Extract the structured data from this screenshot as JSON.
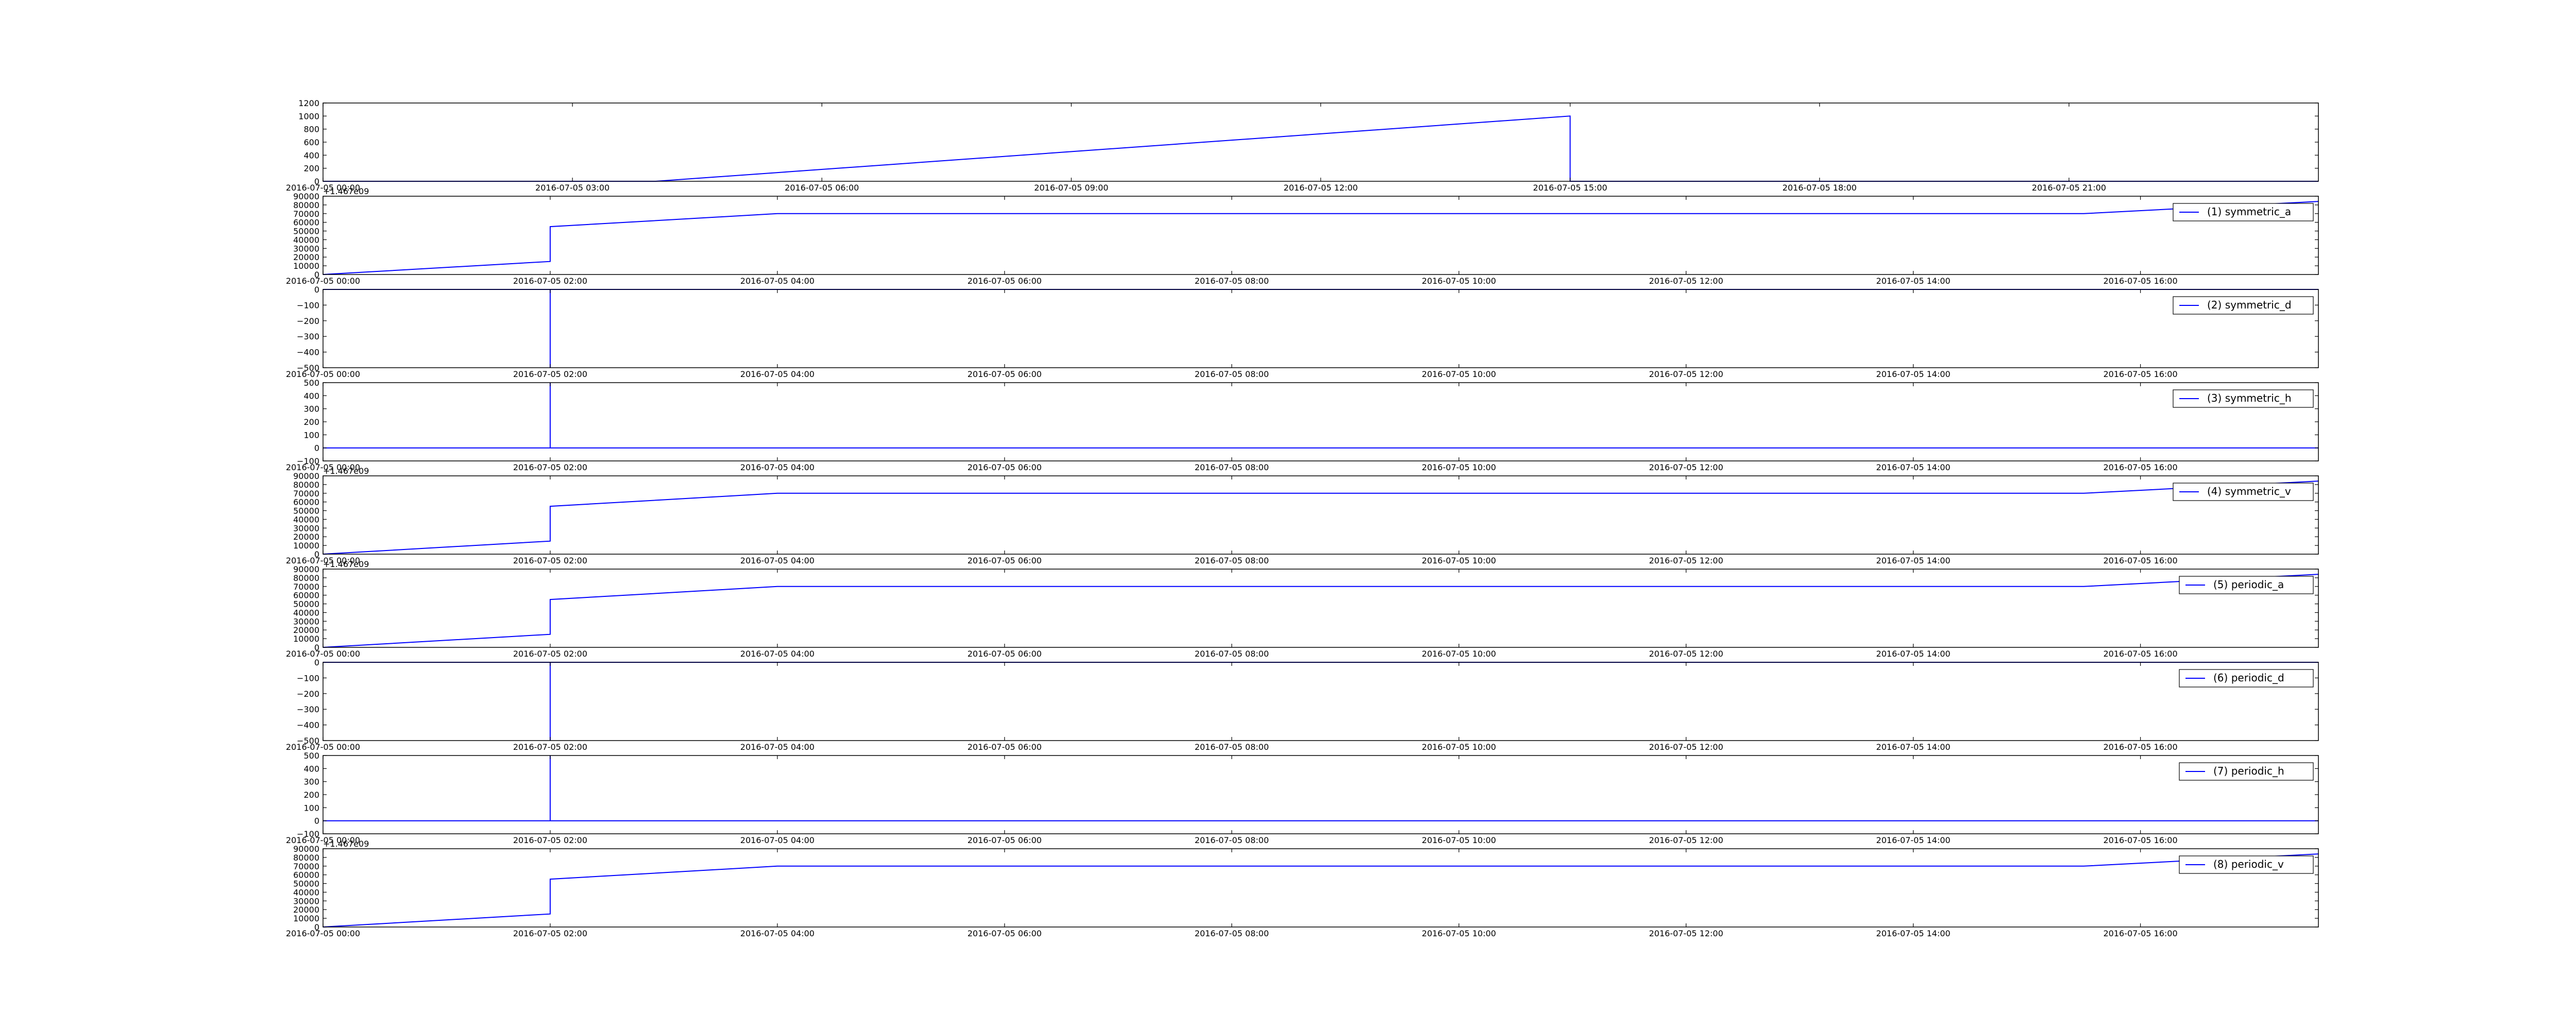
{
  "colors": {
    "series": "#0000ff"
  },
  "chart_data": [
    {
      "type": "line",
      "x_axis": "datetime",
      "xlim": [
        "2016-07-05 00:00",
        "2016-07-06 00:00"
      ],
      "ylim": [
        0,
        1200
      ],
      "yticks": [
        0,
        200,
        400,
        600,
        800,
        1000,
        1200
      ],
      "xticks": [
        "2016-07-05 00:00",
        "2016-07-05 03:00",
        "2016-07-05 06:00",
        "2016-07-05 09:00",
        "2016-07-05 12:00",
        "2016-07-05 15:00",
        "2016-07-05 18:00",
        "2016-07-05 21:00"
      ],
      "offset_text": "",
      "legend": "",
      "grid": false,
      "series": [
        {
          "x": [
            "2016-07-05 00:00",
            "2016-07-05 04:00",
            "2016-07-05 15:00",
            "2016-07-05 15:00",
            "2016-07-06 00:00"
          ],
          "y": [
            0,
            0,
            1000,
            0,
            0
          ]
        }
      ]
    },
    {
      "type": "line",
      "x_axis": "datetime",
      "xlim": [
        "2016-07-05 00:00",
        "2016-07-05 17:34"
      ],
      "ylim": [
        0,
        90000
      ],
      "yticks": [
        0,
        10000,
        20000,
        30000,
        40000,
        50000,
        60000,
        70000,
        80000,
        90000
      ],
      "xticks": [
        "2016-07-05 00:00",
        "2016-07-05 02:00",
        "2016-07-05 04:00",
        "2016-07-05 06:00",
        "2016-07-05 08:00",
        "2016-07-05 10:00",
        "2016-07-05 12:00",
        "2016-07-05 14:00",
        "2016-07-05 16:00"
      ],
      "offset_text": "+1.467e09",
      "legend": "(1) symmetric_a",
      "legend_position": "upper right",
      "grid": false,
      "series": [
        {
          "name": "(1) symmetric_a",
          "x": [
            "2016-07-05 00:00",
            "2016-07-05 02:00",
            "2016-07-05 02:00",
            "2016-07-05 04:00",
            "2016-07-05 15:30",
            "2016-07-05 17:34"
          ],
          "y": [
            0,
            15000,
            55000,
            70000,
            70000,
            84000
          ]
        }
      ]
    },
    {
      "type": "line",
      "x_axis": "datetime",
      "xlim": [
        "2016-07-05 00:00",
        "2016-07-05 17:34"
      ],
      "ylim": [
        -500,
        0
      ],
      "yticks": [
        -500,
        -400,
        -300,
        -200,
        -100,
        0
      ],
      "xticks": [
        "2016-07-05 00:00",
        "2016-07-05 02:00",
        "2016-07-05 04:00",
        "2016-07-05 06:00",
        "2016-07-05 08:00",
        "2016-07-05 10:00",
        "2016-07-05 12:00",
        "2016-07-05 14:00",
        "2016-07-05 16:00"
      ],
      "offset_text": "",
      "legend": "(2) symmetric_d",
      "legend_position": "upper right",
      "grid": false,
      "series": [
        {
          "name": "(2) symmetric_d",
          "x": [
            "2016-07-05 00:00",
            "2016-07-05 02:00",
            "2016-07-05 02:00",
            "2016-07-05 02:00",
            "2016-07-05 17:34"
          ],
          "y": [
            0,
            0,
            -500,
            0,
            0
          ]
        }
      ]
    },
    {
      "type": "line",
      "x_axis": "datetime",
      "xlim": [
        "2016-07-05 00:00",
        "2016-07-05 17:34"
      ],
      "ylim": [
        -100,
        500
      ],
      "yticks": [
        -100,
        0,
        100,
        200,
        300,
        400,
        500
      ],
      "xticks": [
        "2016-07-05 00:00",
        "2016-07-05 02:00",
        "2016-07-05 04:00",
        "2016-07-05 06:00",
        "2016-07-05 08:00",
        "2016-07-05 10:00",
        "2016-07-05 12:00",
        "2016-07-05 14:00",
        "2016-07-05 16:00"
      ],
      "offset_text": "",
      "legend": "(3) symmetric_h",
      "legend_position": "upper right",
      "grid": false,
      "series": [
        {
          "name": "(3) symmetric_h",
          "x": [
            "2016-07-05 00:00",
            "2016-07-05 02:00",
            "2016-07-05 02:00",
            "2016-07-05 02:00",
            "2016-07-05 17:34"
          ],
          "y": [
            0,
            0,
            500,
            0,
            0
          ]
        }
      ]
    },
    {
      "type": "line",
      "x_axis": "datetime",
      "xlim": [
        "2016-07-05 00:00",
        "2016-07-05 17:34"
      ],
      "ylim": [
        0,
        90000
      ],
      "yticks": [
        0,
        10000,
        20000,
        30000,
        40000,
        50000,
        60000,
        70000,
        80000,
        90000
      ],
      "xticks": [
        "2016-07-05 00:00",
        "2016-07-05 02:00",
        "2016-07-05 04:00",
        "2016-07-05 06:00",
        "2016-07-05 08:00",
        "2016-07-05 10:00",
        "2016-07-05 12:00",
        "2016-07-05 14:00",
        "2016-07-05 16:00"
      ],
      "offset_text": "+1.467e09",
      "legend": "(4) symmetric_v",
      "legend_position": "upper right",
      "grid": false,
      "series": [
        {
          "name": "(4) symmetric_v",
          "x": [
            "2016-07-05 00:00",
            "2016-07-05 02:00",
            "2016-07-05 02:00",
            "2016-07-05 04:00",
            "2016-07-05 15:30",
            "2016-07-05 17:34"
          ],
          "y": [
            0,
            15000,
            55000,
            70000,
            70000,
            84000
          ]
        }
      ]
    },
    {
      "type": "line",
      "x_axis": "datetime",
      "xlim": [
        "2016-07-05 00:00",
        "2016-07-05 17:34"
      ],
      "ylim": [
        0,
        90000
      ],
      "yticks": [
        0,
        10000,
        20000,
        30000,
        40000,
        50000,
        60000,
        70000,
        80000,
        90000
      ],
      "xticks": [
        "2016-07-05 00:00",
        "2016-07-05 02:00",
        "2016-07-05 04:00",
        "2016-07-05 06:00",
        "2016-07-05 08:00",
        "2016-07-05 10:00",
        "2016-07-05 12:00",
        "2016-07-05 14:00",
        "2016-07-05 16:00"
      ],
      "offset_text": "+1.467e09",
      "legend": "(5) periodic_a",
      "legend_position": "upper right",
      "grid": false,
      "series": [
        {
          "name": "(5) periodic_a",
          "x": [
            "2016-07-05 00:00",
            "2016-07-05 02:00",
            "2016-07-05 02:00",
            "2016-07-05 04:00",
            "2016-07-05 15:30",
            "2016-07-05 17:34"
          ],
          "y": [
            0,
            15000,
            55000,
            70000,
            70000,
            84000
          ]
        }
      ]
    },
    {
      "type": "line",
      "x_axis": "datetime",
      "xlim": [
        "2016-07-05 00:00",
        "2016-07-05 17:34"
      ],
      "ylim": [
        -500,
        0
      ],
      "yticks": [
        -500,
        -400,
        -300,
        -200,
        -100,
        0
      ],
      "xticks": [
        "2016-07-05 00:00",
        "2016-07-05 02:00",
        "2016-07-05 04:00",
        "2016-07-05 06:00",
        "2016-07-05 08:00",
        "2016-07-05 10:00",
        "2016-07-05 12:00",
        "2016-07-05 14:00",
        "2016-07-05 16:00"
      ],
      "offset_text": "",
      "legend": "(6) periodic_d",
      "legend_position": "upper right",
      "grid": false,
      "series": [
        {
          "name": "(6) periodic_d",
          "x": [
            "2016-07-05 00:00",
            "2016-07-05 02:00",
            "2016-07-05 02:00",
            "2016-07-05 02:00",
            "2016-07-05 17:34"
          ],
          "y": [
            0,
            0,
            -500,
            0,
            0
          ]
        }
      ]
    },
    {
      "type": "line",
      "x_axis": "datetime",
      "xlim": [
        "2016-07-05 00:00",
        "2016-07-05 17:34"
      ],
      "ylim": [
        -100,
        500
      ],
      "yticks": [
        -100,
        0,
        100,
        200,
        300,
        400,
        500
      ],
      "xticks": [
        "2016-07-05 00:00",
        "2016-07-05 02:00",
        "2016-07-05 04:00",
        "2016-07-05 06:00",
        "2016-07-05 08:00",
        "2016-07-05 10:00",
        "2016-07-05 12:00",
        "2016-07-05 14:00",
        "2016-07-05 16:00"
      ],
      "offset_text": "",
      "legend": "(7) periodic_h",
      "legend_position": "upper right",
      "grid": false,
      "series": [
        {
          "name": "(7) periodic_h",
          "x": [
            "2016-07-05 00:00",
            "2016-07-05 02:00",
            "2016-07-05 02:00",
            "2016-07-05 02:00",
            "2016-07-05 17:34"
          ],
          "y": [
            0,
            0,
            500,
            0,
            0
          ]
        }
      ]
    },
    {
      "type": "line",
      "x_axis": "datetime",
      "xlim": [
        "2016-07-05 00:00",
        "2016-07-05 17:34"
      ],
      "ylim": [
        0,
        90000
      ],
      "yticks": [
        0,
        10000,
        20000,
        30000,
        40000,
        50000,
        60000,
        70000,
        80000,
        90000
      ],
      "xticks": [
        "2016-07-05 00:00",
        "2016-07-05 02:00",
        "2016-07-05 04:00",
        "2016-07-05 06:00",
        "2016-07-05 08:00",
        "2016-07-05 10:00",
        "2016-07-05 12:00",
        "2016-07-05 14:00",
        "2016-07-05 16:00"
      ],
      "offset_text": "+1.467e09",
      "legend": "(8) periodic_v",
      "legend_position": "upper right",
      "grid": false,
      "series": [
        {
          "name": "(8) periodic_v",
          "x": [
            "2016-07-05 00:00",
            "2016-07-05 02:00",
            "2016-07-05 02:00",
            "2016-07-05 04:00",
            "2016-07-05 15:30",
            "2016-07-05 17:34"
          ],
          "y": [
            0,
            15000,
            55000,
            70000,
            70000,
            84000
          ]
        }
      ]
    }
  ]
}
